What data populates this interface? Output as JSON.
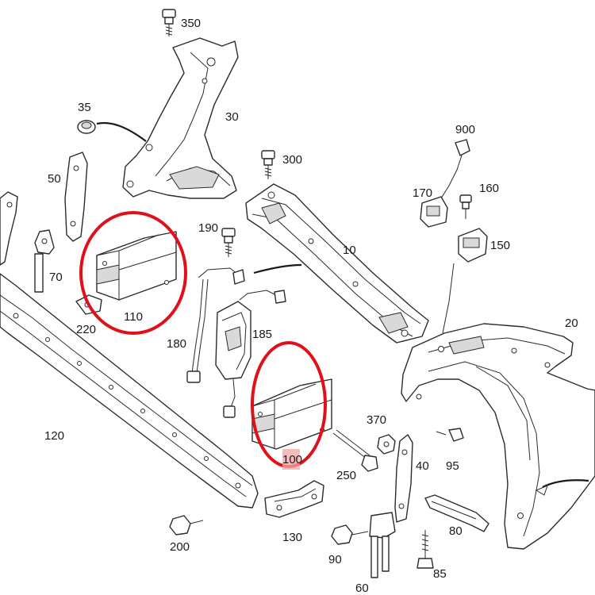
{
  "colors": {
    "line": "#2b2b2b",
    "highlight": "#e0101b",
    "label_highlight_bg": "#f2a6a6",
    "background": "#ffffff"
  },
  "callouts": {
    "c350": "350",
    "c30": "30",
    "c35": "35",
    "c300": "300",
    "c900": "900",
    "c50": "50",
    "c170": "170",
    "c160": "160",
    "c190": "190",
    "c10": "10",
    "c150": "150",
    "c70": "70",
    "c110": "110",
    "c220": "220",
    "c20": "20",
    "c180": "180",
    "c185": "185",
    "c120": "120",
    "c370": "370",
    "c100": "100",
    "c95": "95",
    "c250": "250",
    "c40": "40",
    "c80": "80",
    "c130": "130",
    "c200": "200",
    "c90": "90",
    "c85": "85",
    "c60": "60"
  }
}
